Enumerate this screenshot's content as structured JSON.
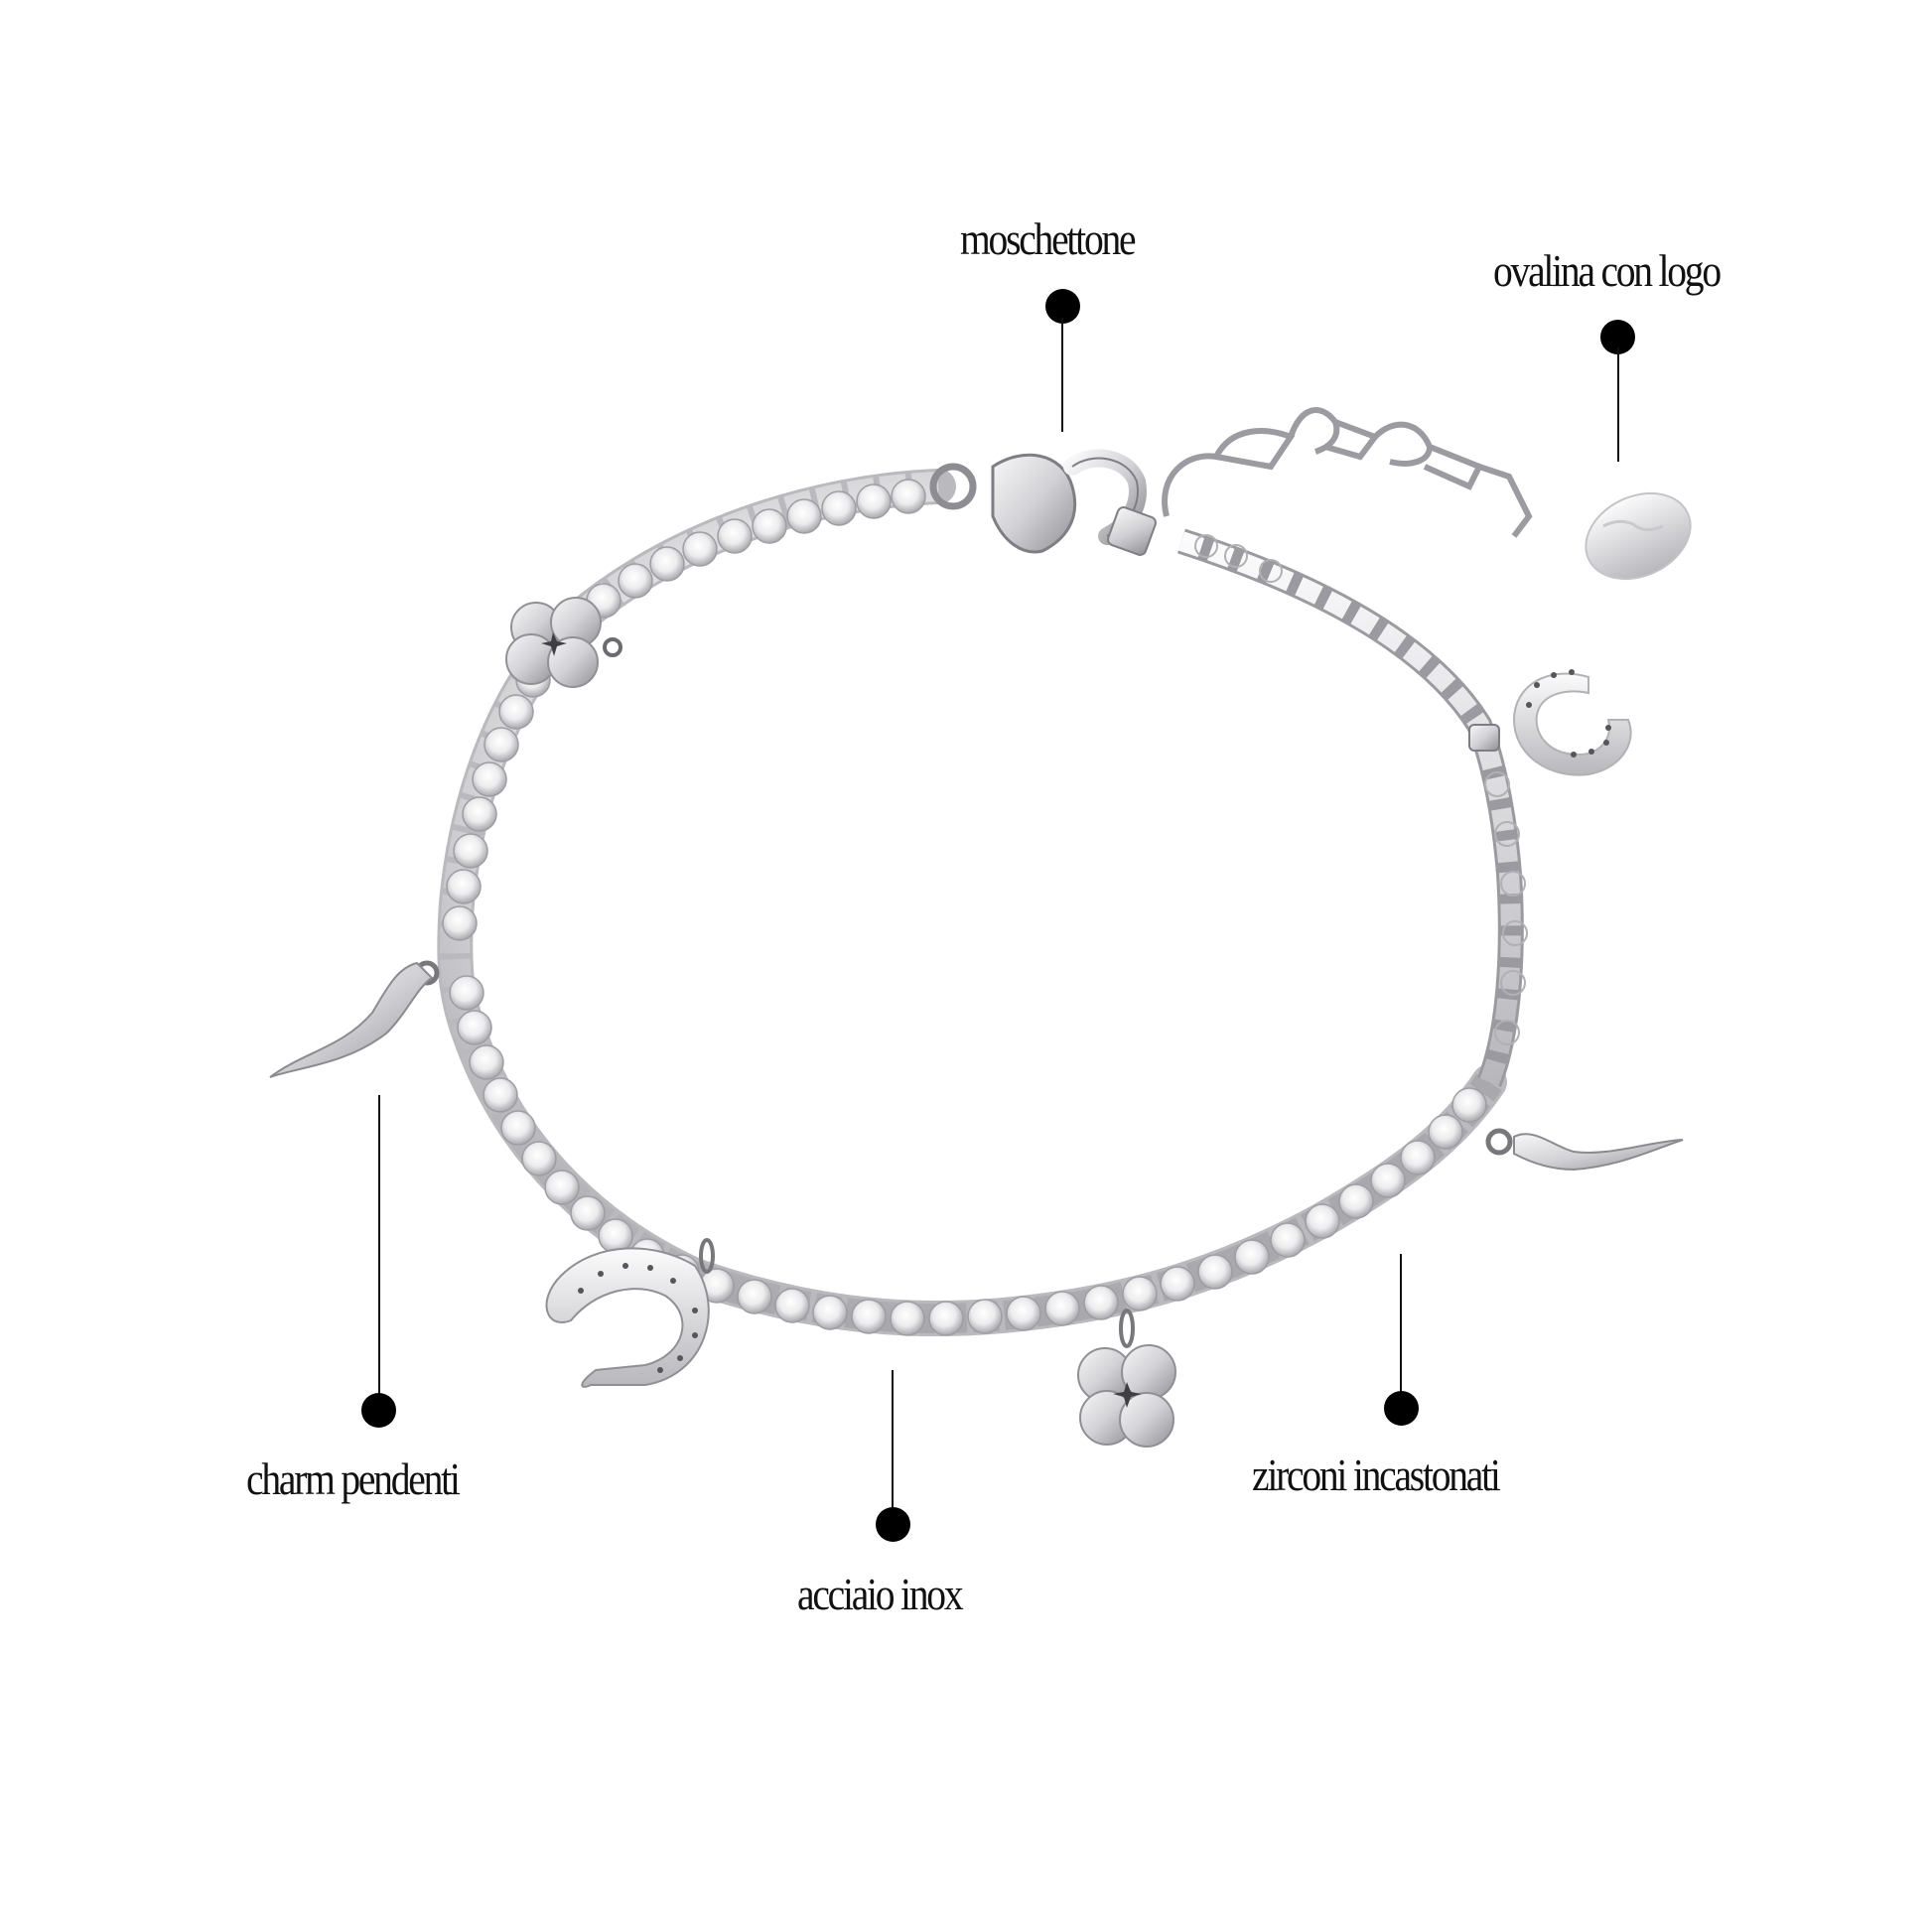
{
  "product": {
    "name": "charm bracelet",
    "material_color": "#c9c9cc",
    "accent_color": "#000000"
  },
  "callouts": [
    {
      "id": "moschettone",
      "label": "moschettone"
    },
    {
      "id": "ovalina",
      "label": "ovalina con logo"
    },
    {
      "id": "charm",
      "label": "charm pendenti"
    },
    {
      "id": "acciaio",
      "label": "acciaio inox"
    },
    {
      "id": "zirconi",
      "label": "zirconi incastonati"
    }
  ],
  "charms": [
    {
      "type": "four-leaf-clover",
      "position": "top-left"
    },
    {
      "type": "horn",
      "position": "left"
    },
    {
      "type": "horseshoe",
      "position": "bottom-left"
    },
    {
      "type": "four-leaf-clover",
      "position": "bottom-center"
    },
    {
      "type": "horn",
      "position": "right"
    },
    {
      "type": "horseshoe",
      "position": "top-right"
    }
  ]
}
